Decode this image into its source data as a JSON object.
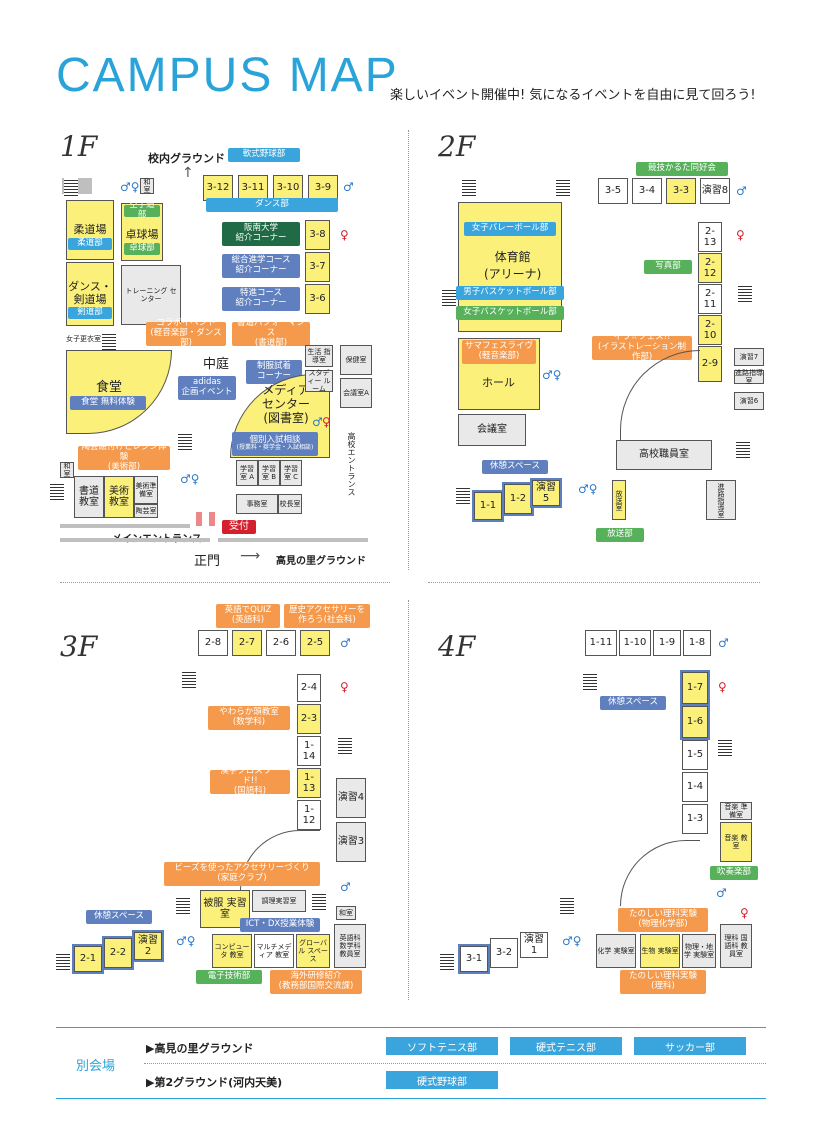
{
  "header": {
    "title": "CAMPUS MAP",
    "subtitle": "楽しいイベント開催中! 気になるイベントを自由に見て回ろう!"
  },
  "floors": {
    "f1": {
      "label": "1F",
      "ground_top": "校内グラウンド",
      "club_top": "軟式野球部",
      "rooms_top": [
        "3-12",
        "3-11",
        "3-10",
        "3-9"
      ],
      "dance": "ダンス部",
      "hannan": "阪南大学\n紹介コーナー",
      "sogo": "総合進学コース\n紹介コーナー",
      "tokushin": "特進コース\n紹介コーナー",
      "r38": "3-8",
      "r37": "3-7",
      "r36": "3-6",
      "karate": "空手道部",
      "takkyu_room": "卓球場",
      "takkyu": "卓球部",
      "judo_room": "柔道場",
      "judo": "柔道部",
      "kendo_room": "ダンス・\n剣道場",
      "kendo": "剣道部",
      "training": "トレーニング\nセンター",
      "wash": "和室",
      "joshi": "女子更衣室",
      "collab": "コラボイベント\n(軽音楽部・ダンス部)",
      "shodo": "書道パフォーマンス\n(書道部)",
      "nakaniwa": "中庭",
      "adidas": "adidas\n企画イベント",
      "seifuku": "制服試着\nコーナー",
      "shokudo": "食堂",
      "shokudo_tag": "食堂 無料体験",
      "media": "メディア\nセンター\n(図書室)",
      "kobetsu": "個別入試相談",
      "kobetsu_sub": "(授業料・奨学金・入試相談)",
      "seikatsu": "生活\n指導室",
      "study": "スタディー\nルーム",
      "hoken": "保健室",
      "kaigi_a": "会議室A",
      "kokou_entrance": "高校エントランス",
      "togei": "陶芸絵付けとレジン体験\n(美術部)",
      "shoshu": "書道\n教室",
      "bijutsu": "美術\n教室",
      "bijutsu_jun": "美術準備室",
      "toukai": "陶芸室",
      "gakushu_a": "学習室\nA",
      "gakushu_b": "学習室\nB",
      "gakushu_c": "学習室\nC",
      "jimu": "事務室",
      "kocho": "校長室",
      "main_entrance": "メインエントランス",
      "uketsuke": "受付",
      "seimon": "正門",
      "takami_arrow": "高見の里グラウンド"
    },
    "f2": {
      "label": "2F",
      "karuta": "競技かるた同好会",
      "rooms_top": [
        "3-5",
        "3-4",
        "3-3",
        "演習8"
      ],
      "r213": "2-13",
      "r212": "2-12",
      "r211": "2-11",
      "r210": "2-10",
      "r29": "2-9",
      "shashin": "写真部",
      "ira": "イラ☆フェス!!\n(イラストレーション制作部)",
      "joshi_volley": "女子バレーボール部",
      "taiikukan": "体育館\n(アリーナ)",
      "danshi_basket": "男子バスケットボール部",
      "joshi_basket": "女子バスケットボール部",
      "samafes": "サマフェスライヴ\n(軽音楽部)",
      "hall": "ホール",
      "kaigishitsu": "会議室",
      "enshu7": "演習7",
      "enshu6": "演習6",
      "shinro": "進路指導室",
      "koko_shokuin": "高校職員室",
      "kyukei": "休憩スペース",
      "r11": "1-1",
      "r12": "1-2",
      "enshu5": "演習5",
      "hoso": "放送室",
      "hosobu": "放送部",
      "shinro2": "進路指導室"
    },
    "f3": {
      "label": "3F",
      "eigo": "英語でQUIZ\n(英語科)",
      "rekishi": "歴史アクセサリーを\n作ろう(社会科)",
      "rooms_top": [
        "2-8",
        "2-7",
        "2-6",
        "2-5"
      ],
      "r24": "2-4",
      "r23": "2-3",
      "r114": "1-14",
      "r113": "1-13",
      "r112": "1-12",
      "yawaraka": "やわらか頭教室\n(数学科)",
      "kanji": "漢字クロスワード!!\n(国語科)",
      "enshu4": "演習4",
      "enshu3": "演習3",
      "beads": "ビーズを使ったアクセサリーづくり\n(家庭クラブ)",
      "hifuku": "被服\n実習室",
      "chori": "調理実習室",
      "washitsu": "和室",
      "ict": "ICT・DX授業体験",
      "kyukei": "休憩スペース",
      "r21": "2-1",
      "r22": "2-2",
      "enshu2": "演習2",
      "computer": "コンピュータ\n教室",
      "multimedia": "マルチメディア\n教室",
      "global": "グローバル\nスペース",
      "eigo_ka": "英語科\n数学科\n教員室",
      "denshi": "電子技術部",
      "kaigai": "海外研修紹介\n(教務部国際交流課)"
    },
    "f4": {
      "label": "4F",
      "rooms_top": [
        "1-11",
        "1-10",
        "1-9",
        "1-8"
      ],
      "r17": "1-7",
      "r16": "1-6",
      "r15": "1-5",
      "r14": "1-4",
      "r13": "1-3",
      "kyukei": "休憩スペース",
      "ongaku_jun": "音楽\n準備室",
      "ongaku": "音楽\n教室",
      "suisogaku": "吹奏楽部",
      "rika1": "たのしい理科実験\n(物理化学部)",
      "rika2": "たのしい理科実験\n(理科)",
      "r31": "3-1",
      "r32": "3-2",
      "enshu1": "演習1",
      "kagaku": "化学\n実験室",
      "seibutsu": "生物\n実験室",
      "butsuri": "物理・地学\n実験室",
      "rika_kyoin": "理科\n国語科\n教員室"
    }
  },
  "venues": {
    "heading": "別会場",
    "row1_label": "▶高見の里グラウンド",
    "row1_tags": [
      "ソフトテニス部",
      "硬式テニス部",
      "サッカー部"
    ],
    "row2_label": "▶第2グラウンド(河内天美)",
    "row2_tags": [
      "硬式野球部"
    ]
  },
  "colors": {
    "accent": "#29a3d8",
    "room_highlight": "#fbf07a",
    "tag_blue": "#3aa5dc",
    "tag_green": "#57b05a",
    "tag_orange": "#f59a4c",
    "tag_navy": "#5f7fbe",
    "tag_dark": "#1e6b45",
    "tag_red": "#d4202d"
  },
  "icons": [
    "restroom-icon",
    "stairs-icon",
    "arrow-up-icon",
    "arrow-right-icon"
  ]
}
